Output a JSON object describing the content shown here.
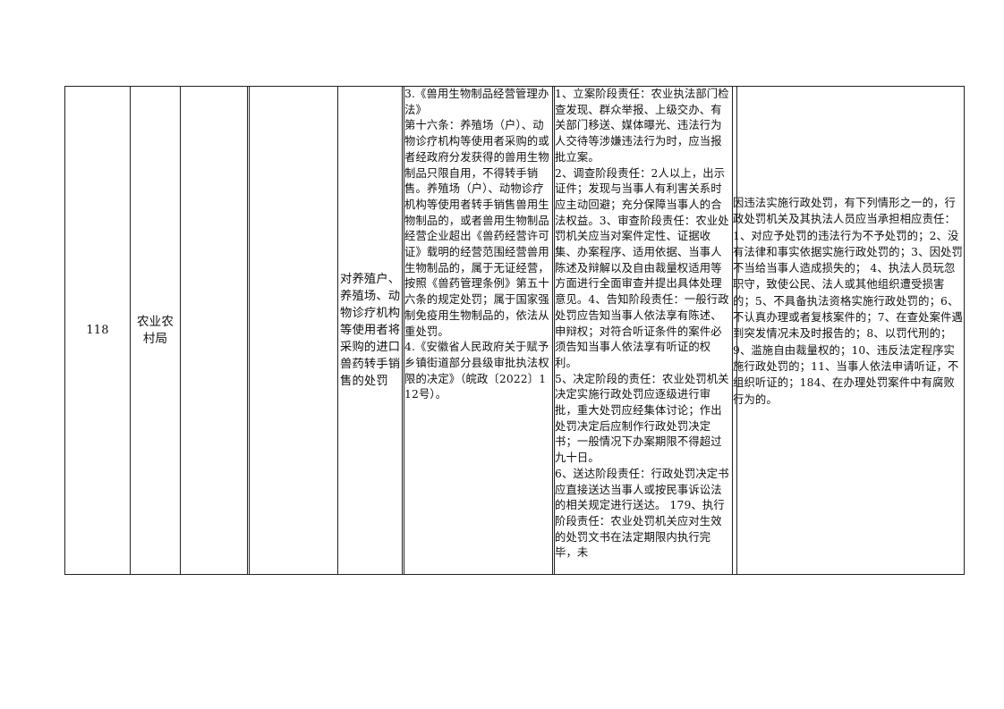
{
  "row": {
    "number": "118",
    "department": "农业农\n村局",
    "item_name": "对养殖户、养殖场、动物诊疗机构等使用者将采购的进口兽药转手销售的处罚",
    "legal_basis": "3.《兽用生物制品经营管理办法》\n第十六条：养殖场（户）、动物诊疗机构等使用者采购的或者经政府分发获得的兽用生物制品只限自用，不得转手销售。养殖场（户）、动物诊疗机构等使用者转手销售兽用生物制品的，或者兽用生物制品经营企业超出《兽药经营许可证》载明的经营范围经营兽用生物制品的，属于无证经营，按照《兽药管理条例》第五十六条的规定处罚；属于国家强制免疫用生物制品的，依法从重处罚。\n4.《安徽省人民政府关于赋予乡镇街道部分县级审批执法权限的决定》（皖政〔2022〕112号）。",
    "responsibilities": "1、立案阶段责任：农业执法部门检查发现、群众举报、上级交办、有关部门移送、媒体曝光、违法行为人交待等涉嫌违法行为时，应当报批立案。\n2、调查阶段责任：2人以上，出示证件；发现与当事人有利害关系时应主动回避；充分保障当事人的合法权益。3、审查阶段责任：农业处罚机关应当对案件定性、证据收集、办案程序、适用依据、当事人陈述及辩解以及自由裁量权适用等方面进行全面审查并提出具体处理意见。4、告知阶段责任：一般行政处罚应告知当事人依法享有陈述、申辩权；对符合听证条件的案件必须告知当事人依法享有听证的权利。\n5、决定阶段的责任：农业处罚机关决定实施行政处罚应逐级进行审批，重大处罚应经集体讨论；作出处罚决定后应制作行政处罚决定书；一般情况下办案期限不得超过九十日。\n6、送达阶段责任：行政处罚决定书应直接送达当事人或按民事诉讼法的相关规定进行送达。 179、执行阶段责任：农业处罚机关应对生效的处罚文书在法定期限内执行完毕，未",
    "accountability": "因违法实施行政处罚，有下列情形之一的，行政处罚机关及其执法人员应当承担相应责任：1、对应予处罚的违法行为不予处罚的；2、没有法律和事实依据实施行政处罚的；3、因处罚不当给当事人造成损失的； 4、执法人员玩忽职守，致使公民、法人或其他组织遭受损害的；5、不具备执法资格实施行政处罚的；6、不认真办理或者复核案件的；7、在查处案件遇到突发情况未及时报告的；8、以罚代刑的；9、滥施自由裁量权的；10、违反法定程序实施行政处罚的；11、当事人依法申请听证，不组织听证的；184、在办理处罚案件中有腐败行为的。"
  }
}
